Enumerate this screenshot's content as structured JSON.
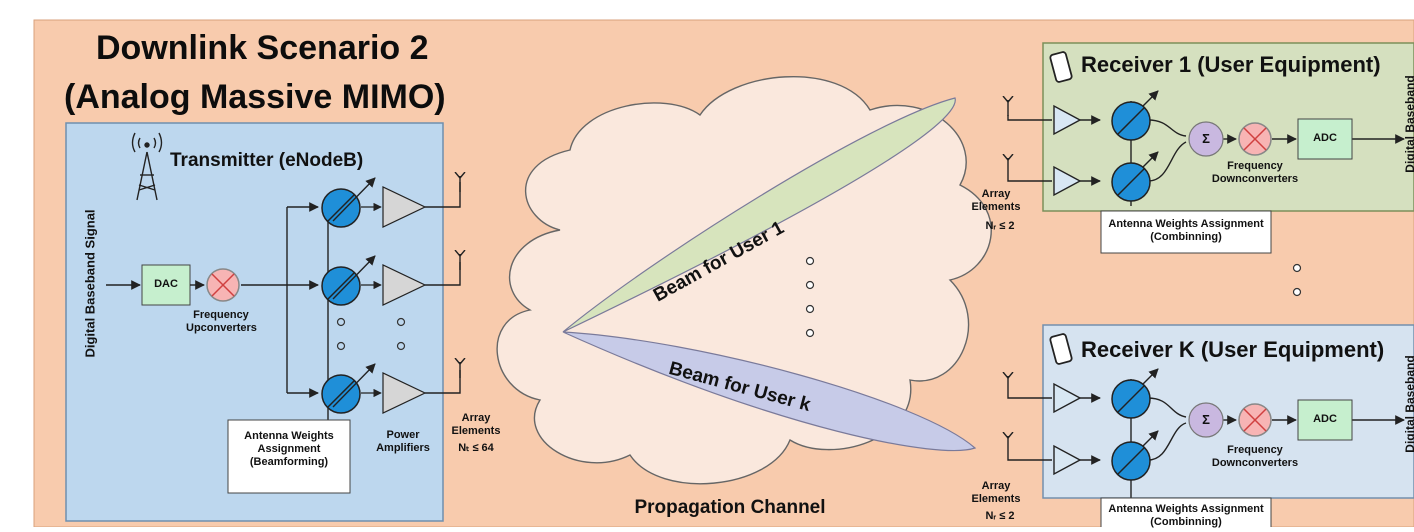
{
  "title": {
    "line1": "Downlink Scenario 2",
    "line2": "(Analog Massive MIMO)"
  },
  "transmitter": {
    "title": "Transmitter (eNodeB)",
    "input_label": "Digital Baseband Signal",
    "dac": "DAC",
    "upconverter_label": "Frequency Upconverters",
    "weights_label": "Antenna Weights Assignment (Beamforming)",
    "pa_label": "Power Amplifiers",
    "array_label": "Array Elements",
    "array_count": "Nₜ ≤ 64"
  },
  "channel": {
    "label": "Propagation Channel",
    "beam1": "Beam for User 1",
    "beamk": "Beam for User k"
  },
  "receiver1": {
    "title": "Receiver 1 (User Equipment)",
    "sum": "Σ",
    "adc": "ADC",
    "downconverter_label": "Frequency Downconverters",
    "weights_label": "Antenna Weights Assignment (Combinning)",
    "array_label": "Array Elements",
    "array_count": "Nᵣ ≤ 2",
    "output_label": "Digital Baseband"
  },
  "receiverk": {
    "title": "Receiver K (User Equipment)",
    "sum": "Σ",
    "adc": "ADC",
    "downconverter_label": "Frequency Downconverters",
    "weights_label": "Antenna Weights Assignment (Combinning)",
    "array_label": "Array Elements",
    "array_count": "Nᵣ ≤ 2",
    "output_label": "Digital Baseband"
  },
  "colors": {
    "background": "#f8cbad",
    "tx_box": "#bdd7ee",
    "rx1_box": "#d5e0bf",
    "rxk_box": "#d6e3f0",
    "cloud": "#fae8dd",
    "phase_shifter": "#1f8fd8",
    "mixer": "#f7b4b4",
    "dac_adc": "#c6efce",
    "beam1": "#d7e4bd",
    "beamk": "#c7cbe8",
    "sum": "#c9b8e0"
  }
}
